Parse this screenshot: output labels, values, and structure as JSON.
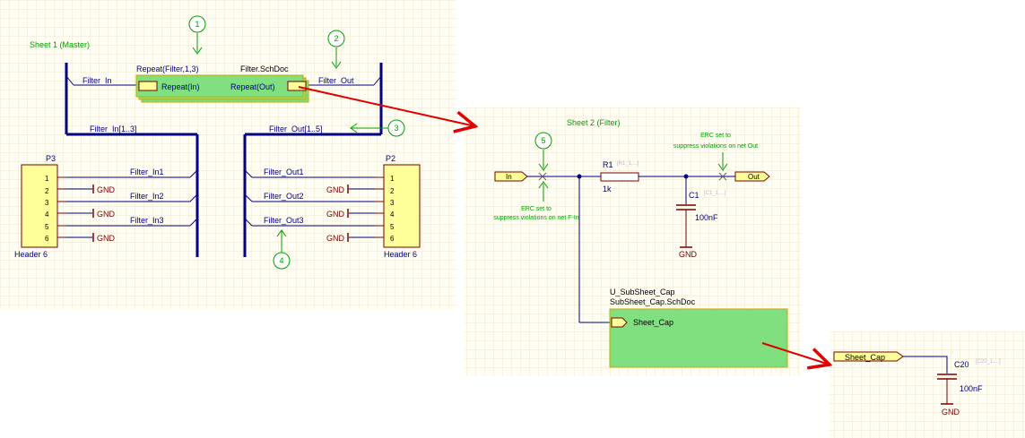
{
  "sheet1": {
    "title": "Sheet 1 (Master)",
    "repeat_designator": "Repeat(Filter,1,3)",
    "repeat_filename": "Filter.SchDoc",
    "entry_in": "Repeat(In)",
    "entry_out": "Repeat(Out)",
    "net_filter_in": "Filter_In",
    "net_filter_out": "Filter_Out",
    "bus_in": "Filter_In[1..3]",
    "bus_out": "Filter_Out[1..5]",
    "p3": {
      "designator": "P3",
      "comment": "Header 6",
      "pins": [
        "1",
        "2",
        "3",
        "4",
        "5",
        "6"
      ]
    },
    "p2": {
      "designator": "P2",
      "comment": "Header 6",
      "pins": [
        "1",
        "2",
        "3",
        "4",
        "5",
        "6"
      ]
    },
    "left_nets": [
      "Filter_In1",
      "Filter_In2",
      "Filter_In3"
    ],
    "right_nets": [
      "Filter_Out1",
      "Filter_Out2",
      "Filter_Out3"
    ],
    "gnd": "GND"
  },
  "sheet2": {
    "title": "Sheet 2 (Filter)",
    "port_in": "In",
    "port_out": "Out",
    "r1_designator": "R1",
    "r1_ref": "[R1_1,...]",
    "r1_value": "1k",
    "c1_designator": "C1",
    "c1_ref": "[C1_1,...]",
    "c1_value": "100nF",
    "gnd": "GND",
    "erc_out_line1": "ERC set to",
    "erc_out_line2": "suppress violations on net Out",
    "erc_in_line1": "ERC set to",
    "erc_in_line2": "suppress violations on net F-In",
    "subsheet_designator": "U_SubSheet_Cap",
    "subsheet_filename": "SubSheet_Cap.SchDoc",
    "subsheet_entry": "Sheet_Cap"
  },
  "sheet3": {
    "port": "Sheet_Cap",
    "c20_designator": "C20",
    "c20_ref": "[C20_1,...]",
    "c20_value": "100nF",
    "gnd": "GND"
  },
  "callouts": [
    "1",
    "2",
    "3",
    "4",
    "5"
  ],
  "colors": {
    "sheet_bg": "#fffdf4",
    "grid": "#ece6cc",
    "wire": "#000080",
    "component": "#7a0000",
    "sheet_symbol": "#80e080",
    "port_fill": "#ffff99",
    "annotation": "#00a000",
    "arrow": "#e00000"
  }
}
